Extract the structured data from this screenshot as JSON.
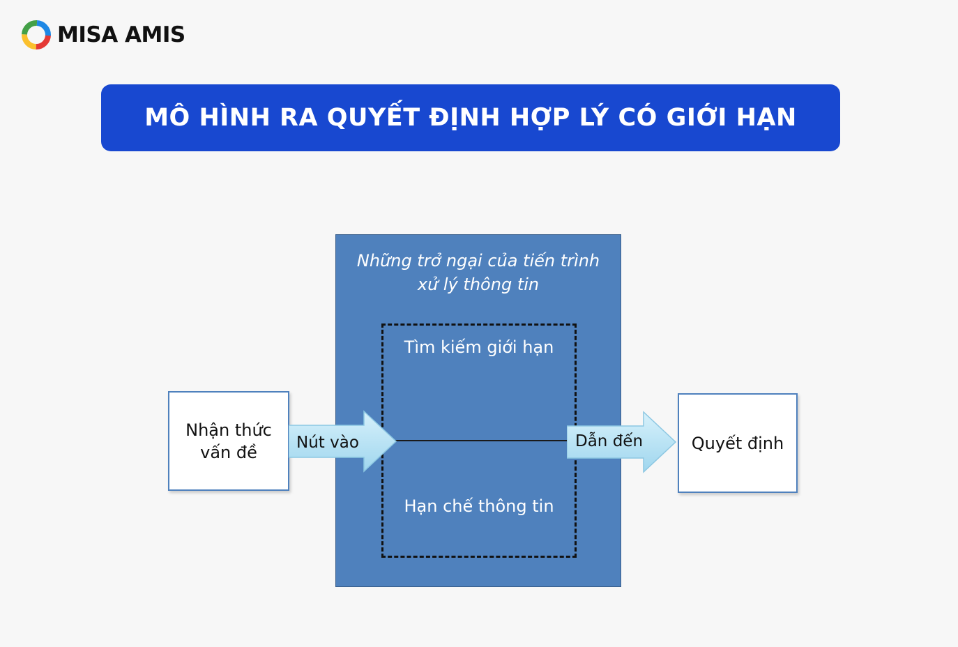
{
  "brand": {
    "name": "MISA AMIS",
    "logo_icon": "misa-amis-ring-logo"
  },
  "banner": {
    "title": "MÔ HÌNH RA QUYẾT ĐỊNH HỢP LÝ CÓ GIỚI HẠN"
  },
  "diagram": {
    "outer_box": {
      "caption_line1": "Những trở ngại của tiến trình",
      "caption_line2": "xử lý thông tin",
      "fill": "#4f81bd"
    },
    "inner_top": "Tìm kiếm giới hạn",
    "inner_bottom": "Hạn chế thông tin",
    "input_node": {
      "line1": "Nhận thức",
      "line2": "vấn đề"
    },
    "input_arrow": "Nút vào",
    "output_arrow": "Dẫn đến",
    "output_node": "Quyết định"
  },
  "colors": {
    "banner": "#1848d0",
    "box_fill": "#4f81bd",
    "arrow_fill": "#b7e3f5",
    "background": "#f7f7f7"
  }
}
